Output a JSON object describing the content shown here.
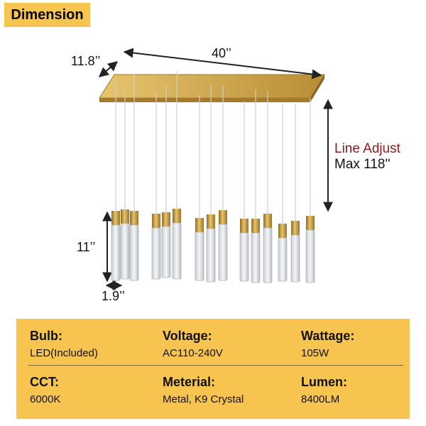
{
  "header": {
    "title": "Dimension"
  },
  "dimensions": {
    "width": "40’’",
    "depth": "11.8’’",
    "pendant_height": "11’’",
    "pendant_diameter": "1.9’’",
    "line_adjust": "Line Adjust",
    "line_max": "Max 118''"
  },
  "specs": [
    {
      "key": "Bulb:",
      "value": "LED(Included)"
    },
    {
      "key": "Voltage:",
      "value": "AC110-240V"
    },
    {
      "key": "Wattage:",
      "value": "105W"
    },
    {
      "key": "CCT:",
      "value": "6000K"
    },
    {
      "key": "Meterial:",
      "value": "Metal, K9 Crystal"
    },
    {
      "key": "Lumen:",
      "value": "8400LM"
    }
  ],
  "colors": {
    "accent": "#f7c54f",
    "line_adjust_text": "#8e1a1a",
    "metal": "#c9a04a"
  }
}
